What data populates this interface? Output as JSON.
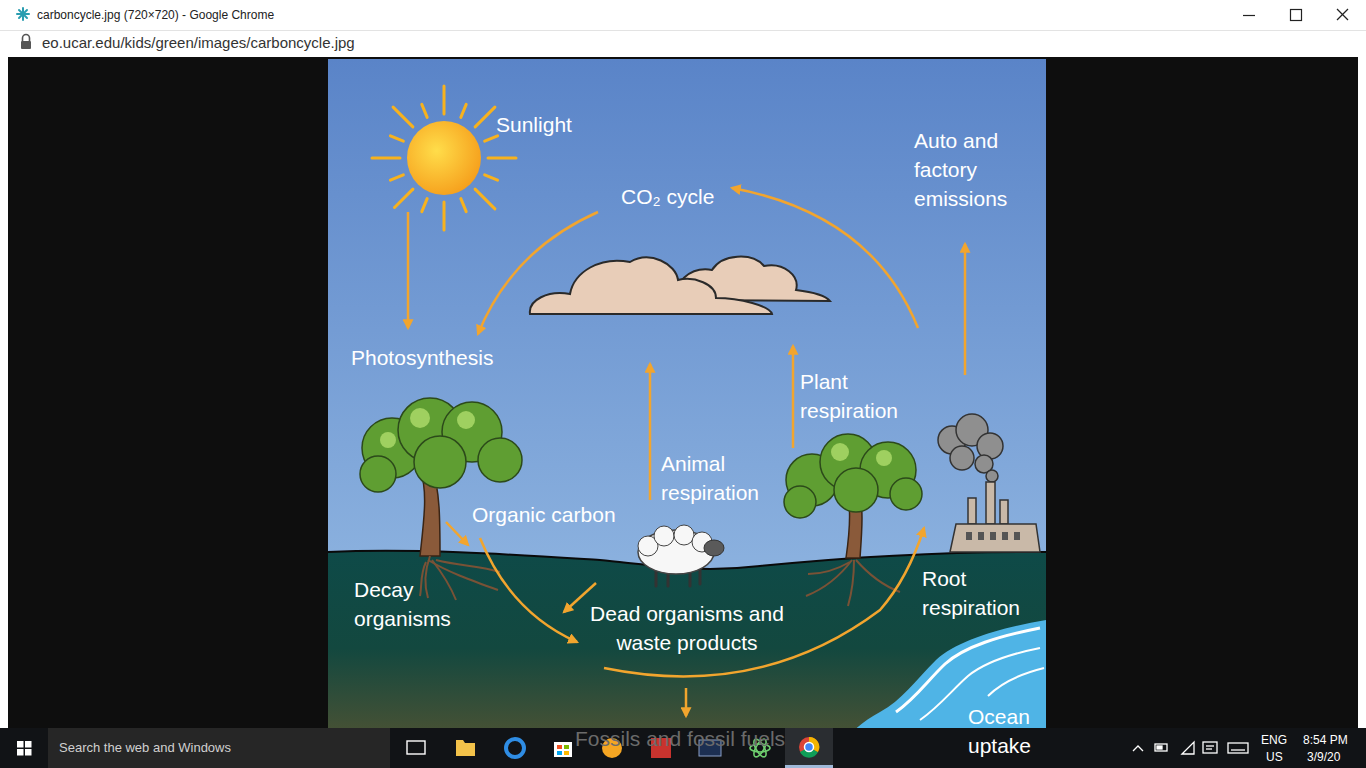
{
  "diagram": {
    "labels": [
      "carboncycle.jpg (720×720) - Google Chrome",
      "eo.ucar.edu/kids/green/images/carboncycle.jpg",
      "Sunlight",
      "CO₂ cycle",
      "Auto and factory emissions",
      "Photosynthesis",
      "Plant respiration",
      "Animal respiration",
      "Organic carbon",
      "Decay organisms",
      "Root respiration",
      "Dead organisms and waste products",
      "Ocean uptake",
      "Fossils and fossil fuels",
      "Search the web and Windows",
      "ENG",
      "US",
      "8:54 PM",
      "3/9/20"
    ]
  }
}
